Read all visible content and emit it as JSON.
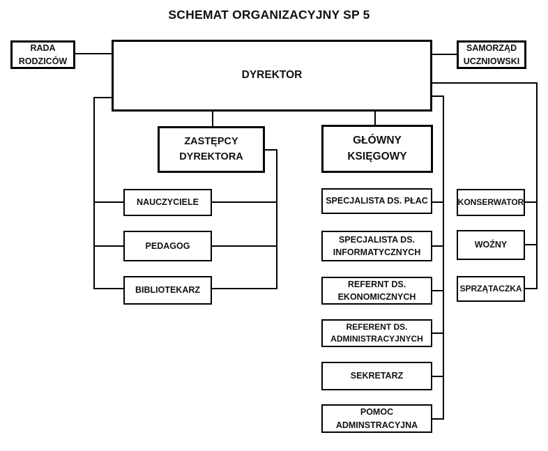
{
  "title": "SCHEMAT ORGANIZACYJNY SP 5",
  "colors": {
    "background": "#ffffff",
    "line": "#000000",
    "text": "#111111"
  },
  "nodes": {
    "rada_rodzicow": {
      "label": "RADA\nRODZICÓW"
    },
    "dyrektor": {
      "label": "DYREKTOR"
    },
    "samorzad_uczniowski": {
      "label": "SAMORZĄD\nUCZNIOWSKI"
    },
    "zastepcy_dyrektora": {
      "label": "ZASTĘPCY\nDYREKTORA"
    },
    "glowny_ksiegowy": {
      "label": "GŁÓWNY\nKSIĘGOWY"
    },
    "nauczyciele": {
      "label": "NAUCZYCIELE"
    },
    "pedagog": {
      "label": "PEDAGOG"
    },
    "bibliotekarz": {
      "label": "BIBLIOTEKARZ"
    },
    "specjalista_ds_plac": {
      "label": "SPECJALISTA DS. PŁAC"
    },
    "specjalista_ds_informatycznych": {
      "label": "SPECJALISTA DS.\nINFORMATYCZNYCH"
    },
    "refernt_ds_ekonomicznych": {
      "label": "REFERNT DS.\nEKONOMICZNYCH"
    },
    "referent_ds_administracyjnych": {
      "label": "REFERENT DS.\nADMINISTRACYJNYCH"
    },
    "sekretarz": {
      "label": "SEKRETARZ"
    },
    "pomoc_adminstracyjna": {
      "label": "POMOC\nADMINSTRACYJNA"
    },
    "konserwator": {
      "label": "KONSERWATOR"
    },
    "wozny": {
      "label": "WOŹNY"
    },
    "sprzataczka": {
      "label": "SPRZĄTACZKA"
    }
  }
}
